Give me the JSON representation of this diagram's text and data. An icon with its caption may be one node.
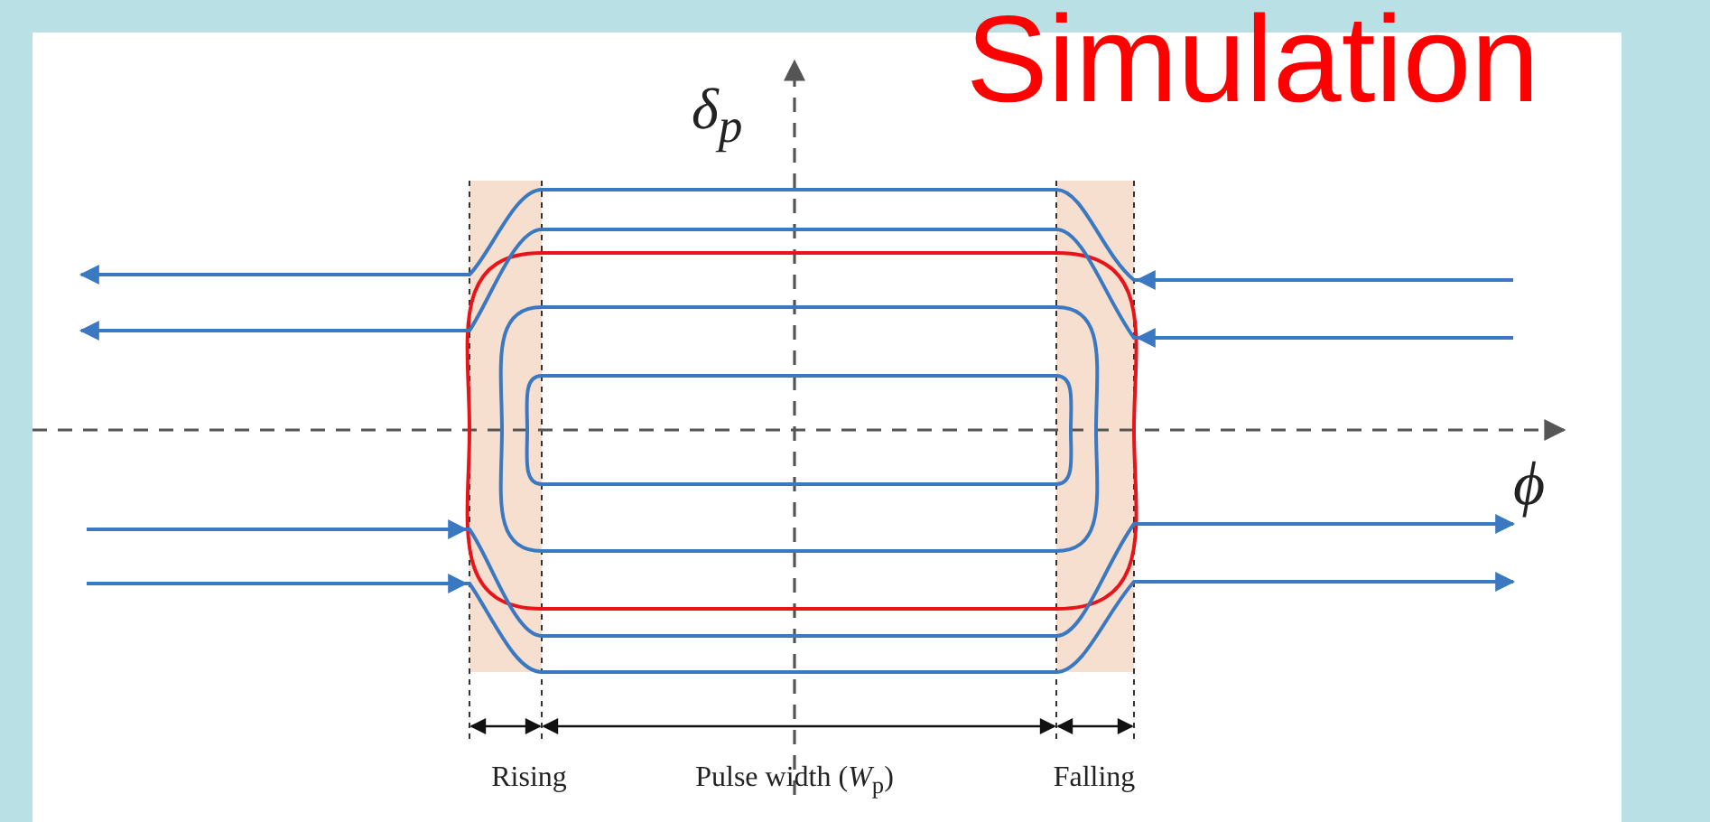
{
  "diagram": {
    "title": "Simulation",
    "labels": [
      "δ$_{p}$",
      "ϕ",
      "Rising",
      "Pulse width (*W*$_{p}$)",
      "Falling"
    ]
  }
}
